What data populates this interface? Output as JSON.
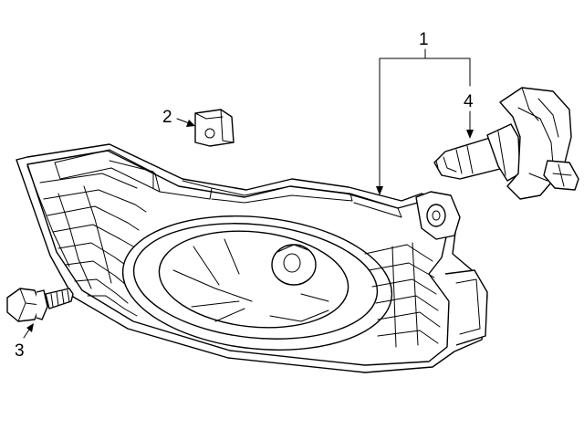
{
  "diagram": {
    "callouts": [
      {
        "id": "1",
        "label": "1",
        "part": "fog-lamp-assembly"
      },
      {
        "id": "2",
        "label": "2",
        "part": "clip"
      },
      {
        "id": "3",
        "label": "3",
        "part": "bolt"
      },
      {
        "id": "4",
        "label": "4",
        "part": "bulb"
      }
    ],
    "colors": {
      "line": "#000000",
      "background": "#ffffff"
    }
  }
}
